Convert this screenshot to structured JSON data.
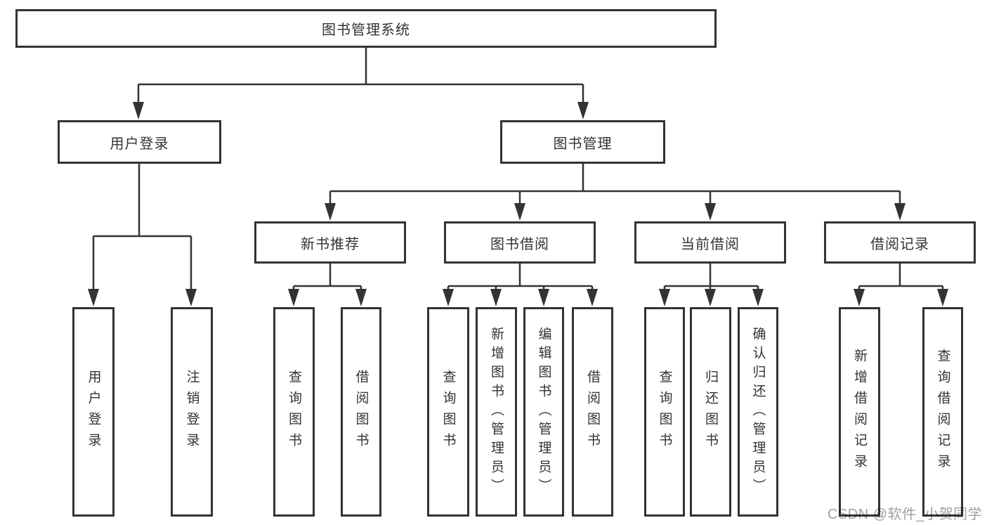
{
  "diagram_title": "图书管理系统",
  "tree": {
    "root": {
      "label": "图书管理系统",
      "children": [
        {
          "label": "用户登录",
          "children": [
            {
              "label": "用户登录"
            },
            {
              "label": "注销登录"
            }
          ]
        },
        {
          "label": "图书管理",
          "children": [
            {
              "label": "新书推荐",
              "children": [
                {
                  "label": "查询图书"
                },
                {
                  "label": "借阅图书"
                }
              ]
            },
            {
              "label": "图书借阅",
              "children": [
                {
                  "label": "查询图书"
                },
                {
                  "label": "新增图书（管理员）"
                },
                {
                  "label": "编辑图书（管理员）"
                },
                {
                  "label": "借阅图书"
                }
              ]
            },
            {
              "label": "当前借阅",
              "children": [
                {
                  "label": "查询图书"
                },
                {
                  "label": "归还图书"
                },
                {
                  "label": "确认归还（管理员）"
                }
              ]
            },
            {
              "label": "借阅记录",
              "children": [
                {
                  "label": "新增借阅记录"
                },
                {
                  "label": "查询借阅记录"
                }
              ]
            }
          ]
        }
      ]
    }
  },
  "watermark": {
    "text": "CSDN @软件_小贺同学"
  },
  "colors": {
    "line": "#333333",
    "text": "#333333",
    "node_background": "#ffffff",
    "page_background": "#ffffff",
    "watermark": "#a0a0a0"
  }
}
